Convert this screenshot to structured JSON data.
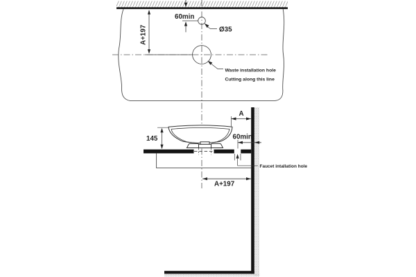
{
  "drawing": {
    "type": "basin-installation-technical-drawing",
    "colors": {
      "line": "#3a3a3a",
      "solid": "#141414",
      "hatch": "#a6a6a6",
      "background": "#ffffff"
    },
    "top_view": {
      "dim_faucet_offset": "60min",
      "dim_waste_offset": "A+197",
      "faucet_hole_diameter": "Ø35",
      "waste_hole_label": "Waste installation hole",
      "cutting_note": "Cutting along this line"
    },
    "side_view": {
      "dim_edge_to_wall": "A",
      "dim_basin_height": "145",
      "dim_faucet_to_wall": "60min",
      "dim_center_to_wall": "A+197",
      "faucet_hole_label": "Faucet intallation hole"
    }
  }
}
